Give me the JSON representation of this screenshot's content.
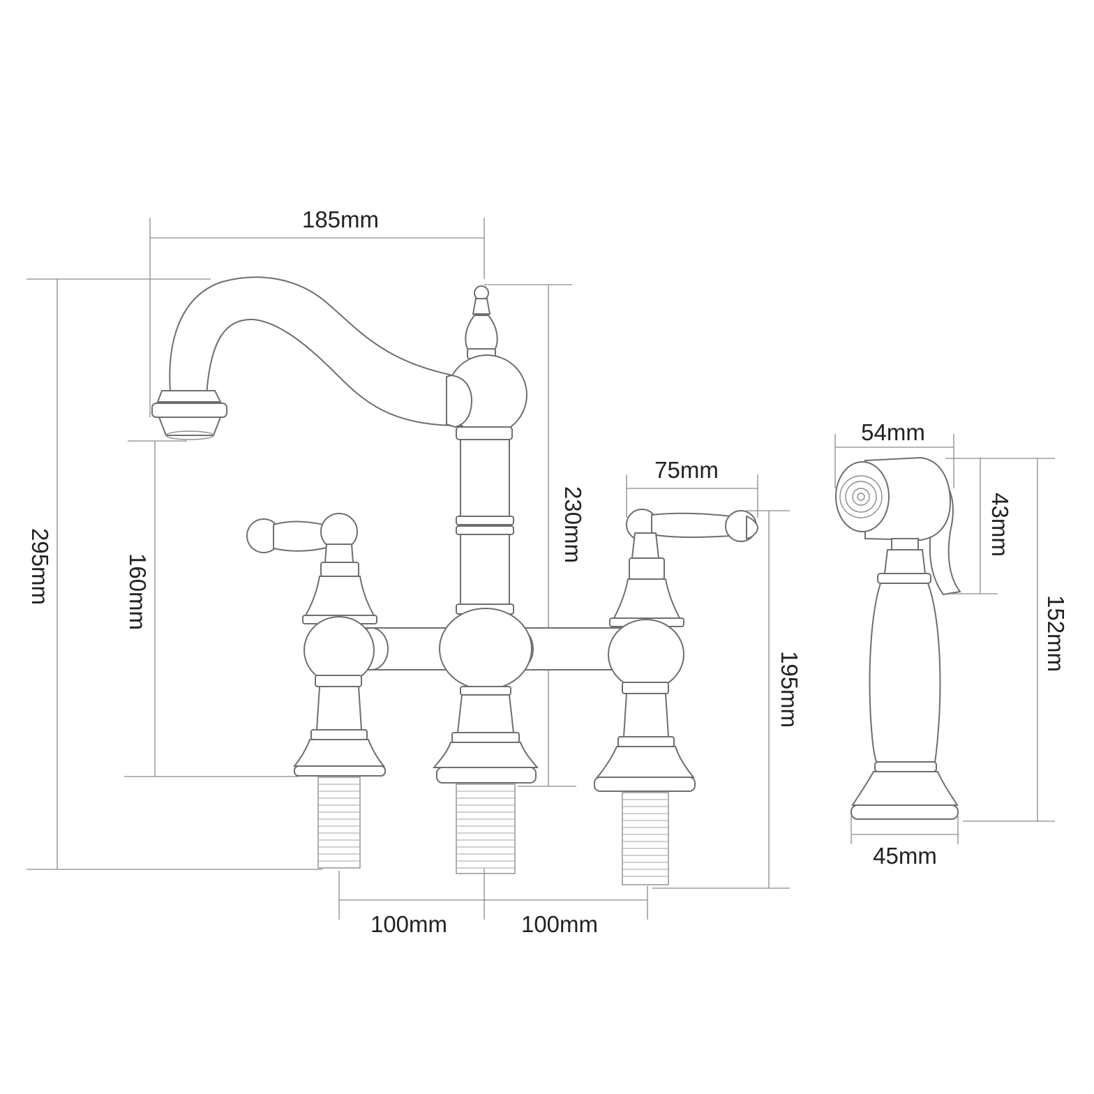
{
  "dimensions": {
    "spout_reach": "185mm",
    "total_height": "295mm",
    "spout_clearance": "160mm",
    "spout_height": "230mm",
    "handle_length": "75mm",
    "deck_height": "195mm",
    "center_spacing_left": "100mm",
    "center_spacing_right": "100mm",
    "sprayer_head_width": "54mm",
    "sprayer_head_height": "43mm",
    "sprayer_height": "152mm",
    "sprayer_base_width": "45mm"
  }
}
